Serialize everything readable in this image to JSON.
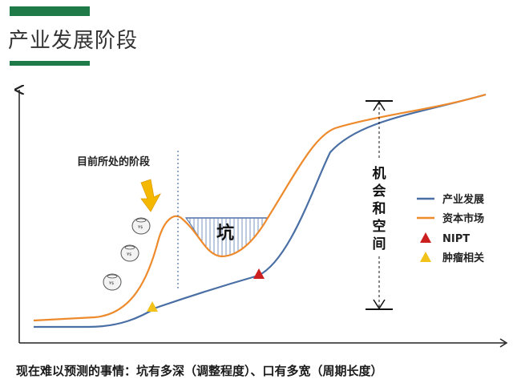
{
  "header": {
    "title": "产业发展阶段",
    "accent_color": "#1e7a46"
  },
  "diagram": {
    "current_stage_label": "目前所处的阶段",
    "pit_label": "坑",
    "opportunity_label": [
      "机",
      "会",
      "和",
      "空",
      "间"
    ],
    "legend": [
      {
        "label": "产业发展",
        "type": "line",
        "color": "#4a6fa5"
      },
      {
        "label": "资本市场",
        "type": "line",
        "color": "#ee8a2c"
      },
      {
        "label": "NIPT",
        "type": "triangle",
        "color": "#cc1f1f"
      },
      {
        "label": "肿瘤相关",
        "type": "triangle",
        "color": "#f2c21b"
      }
    ],
    "icons": [
      "coin-bag-icon",
      "coin-bag-icon",
      "coin-bag-icon"
    ]
  },
  "footer": {
    "caption": "现在难以预测的事情：坑有多深（调整程度）、口有多宽（周期长度）"
  }
}
